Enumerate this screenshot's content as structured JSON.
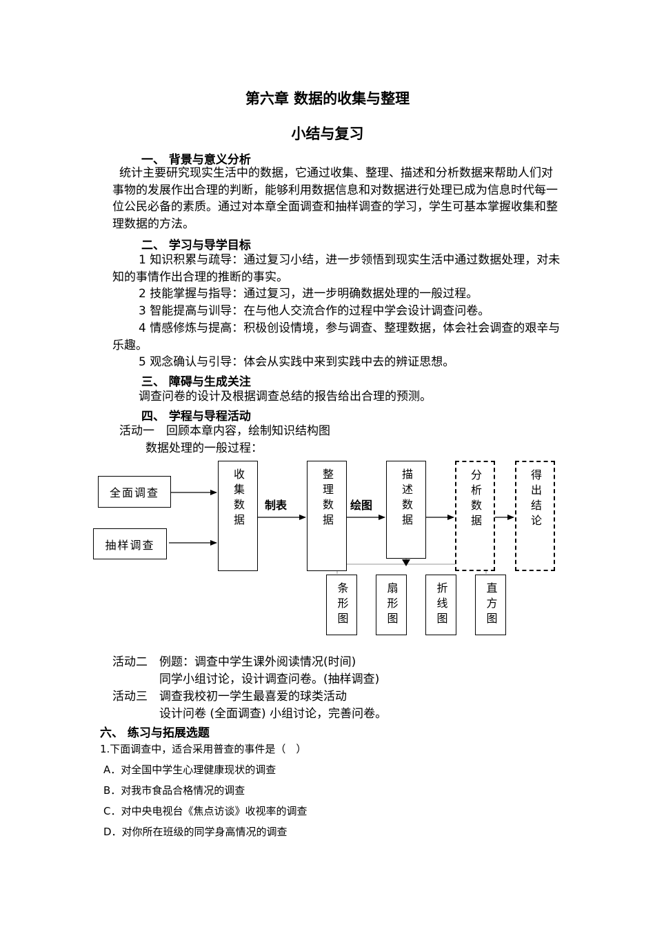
{
  "title": "第六章 数据的收集与整理",
  "subtitle": "小结与复习",
  "s1": {
    "heading": "一、 背景与意义分析",
    "text": "统计主要研究现实生活中的数据，它通过收集、整理、描述和分析数据来帮助人们对事物的发展作出合理的判断，能够利用数据信息和对数据进行处理已成为信息时代每一位公民必备的素质。通过对本章全面调查和抽样调查的学习，学生可基本掌握收集和整理数据的方法。"
  },
  "s2": {
    "heading": "二、 学习与导学目标",
    "items": [
      "1 知识积累与疏导：通过复习小结，进一步领悟到现实生活中通过数据处理，对未知的事情作出合理的推断的事实。",
      "2 技能掌握与指导：通过复习，进一步明确数据处理的一般过程。",
      "3 智能提高与训导：在与他人交流合作的过程中学会设计调查问卷。",
      "4 情感修炼与提高：积极创设情境，参与调查、整理数据，体会社会调查的艰辛与乐趣。",
      "5 观念确认与引导：体会从实践中来到实践中去的辨证思想。"
    ]
  },
  "s3": {
    "heading": "三、 障碍与生成关注",
    "text": "调查问卷的设计及根据调查总结的报告给出合理的预测。"
  },
  "s4": {
    "heading": "四、 学程与导程活动",
    "activity1": "活动一　回顾本章内容，绘制知识结构图",
    "process_label": "数据处理的一般过程：",
    "diagram": {
      "census": "全面调查",
      "sampling": "抽样调查",
      "collect": "收集数据",
      "tabulate": "制表",
      "organize": "整理数据",
      "graph": "绘图",
      "describe": "描述数据",
      "analyze": "分析数据",
      "conclude": "得出结论",
      "bar": "条形图",
      "pie": "扇形图",
      "line": "折线图",
      "histogram": "直方图"
    },
    "activity2_a": "活动二　例题：调查中学生课外阅读情况(时间)",
    "activity2_b": "同学小组讨论，设计调查问卷。(抽样调查)",
    "activity3_a": "活动三　调查我校初一学生最喜爱的球类活动",
    "activity3_b": "设计问卷 (全面调查) 小组讨论，完善问卷。"
  },
  "s6": {
    "heading": "六、 练习与拓展选题",
    "question": "1.下面调查中，适合采用普查的事件是（　）",
    "options": [
      "A．对全国中学生心理健康现状的调查",
      "B．对我市食品合格情况的调查",
      "C．对中央电视台《焦点访谈》收视率的调查",
      "D．对你所在班级的同学身高情况的调查"
    ]
  }
}
